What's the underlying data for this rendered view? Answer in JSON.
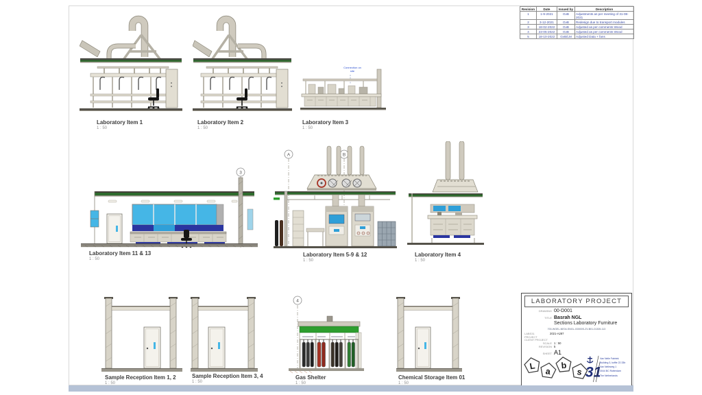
{
  "sheet": {
    "revision_table": {
      "headers": [
        "Revision",
        "Date",
        "Issued by",
        "Description"
      ],
      "rows": [
        {
          "rev": "1",
          "date": "1-9-2021",
          "by": "GvB",
          "desc": "Adjustments as per meeting of 31-08-2021"
        },
        {
          "rev": "2",
          "date": "3-12-2021",
          "by": "GvB",
          "desc": "Redesign due to transport modules"
        },
        {
          "rev": "3",
          "date": "18-02-2022",
          "by": "GvB",
          "desc": "Adjusted as per comments Wood"
        },
        {
          "rev": "4",
          "date": "23-05-2022",
          "by": "GvB",
          "desc": "Adjusted as per comments Wood"
        },
        {
          "rev": "5",
          "date": "18-10-2022",
          "by": "GvB/LM",
          "desc": "Adjusted Data + fans"
        }
      ]
    },
    "drawings": [
      {
        "label": "Laboratory Item 1",
        "scale": "1 : 50"
      },
      {
        "label": "Laboratory Item 2",
        "scale": "1 : 50"
      },
      {
        "label": "Laboratory Item 3",
        "scale": "1 : 50",
        "note": "Connection on site"
      },
      {
        "label": "Laboratory Item 11 & 13",
        "scale": "1 : 50",
        "marker": "3"
      },
      {
        "label": "Laboratory Item 5-9 & 12",
        "scale": "1 : 50",
        "marker_a": "A",
        "marker_b": "B"
      },
      {
        "label": "Laboratory Item 4",
        "scale": "1 : 50"
      },
      {
        "label": "Sample Reception Item 1, 2",
        "scale": "1 : 50"
      },
      {
        "label": "Sample Reception Item 3, 4",
        "scale": "1 : 50"
      },
      {
        "label": "Gas Shelter",
        "scale": "1 : 50",
        "marker": "4"
      },
      {
        "label": "Chemical Storage Item 01",
        "scale": "1 : 50"
      }
    ],
    "title_block": {
      "header": "LABORATORY PROJECT",
      "drawing_label": "DRAWING",
      "drawing_value": "00-D001",
      "title_label": "TITLE",
      "title_value": "Basrah NGL",
      "subtitle": "Sections Laboratory Furniture",
      "doc_code": "700-WGEL-NE04-SNGL-G0000S-ZV-B01-01305-113",
      "labs_project_label": "LABS31 PROJECT",
      "labs_project_value": "2021-A287",
      "client_project_label": "CLIENT PROJECT",
      "client_project_value": "",
      "scale_label": "SCALE",
      "scale_value": "1 : 50",
      "revision_label": "REVISION",
      "revision_value": "5",
      "sheet_label": "SHEET",
      "sheet_value": "A1",
      "logo": {
        "letters": [
          "L",
          "a",
          "b",
          "s"
        ],
        "number": "31"
      },
      "address_lines": [
        "Van Nelle Fabriek",
        "Building 3, koffie 22.33b",
        "Van Nelleweg 1",
        "3044 BC Rotterdam",
        "The Netherlands"
      ]
    },
    "colors": {
      "green_band": "#2e6b2e",
      "green_bright": "#2e9e2e",
      "cyan": "#45b6e6",
      "cyan_mid": "#2f9fd8",
      "navy": "#2a35a0",
      "red": "#a63324",
      "logo_navy": "#1e2d78",
      "address_blue": "#2a3f9f"
    }
  }
}
